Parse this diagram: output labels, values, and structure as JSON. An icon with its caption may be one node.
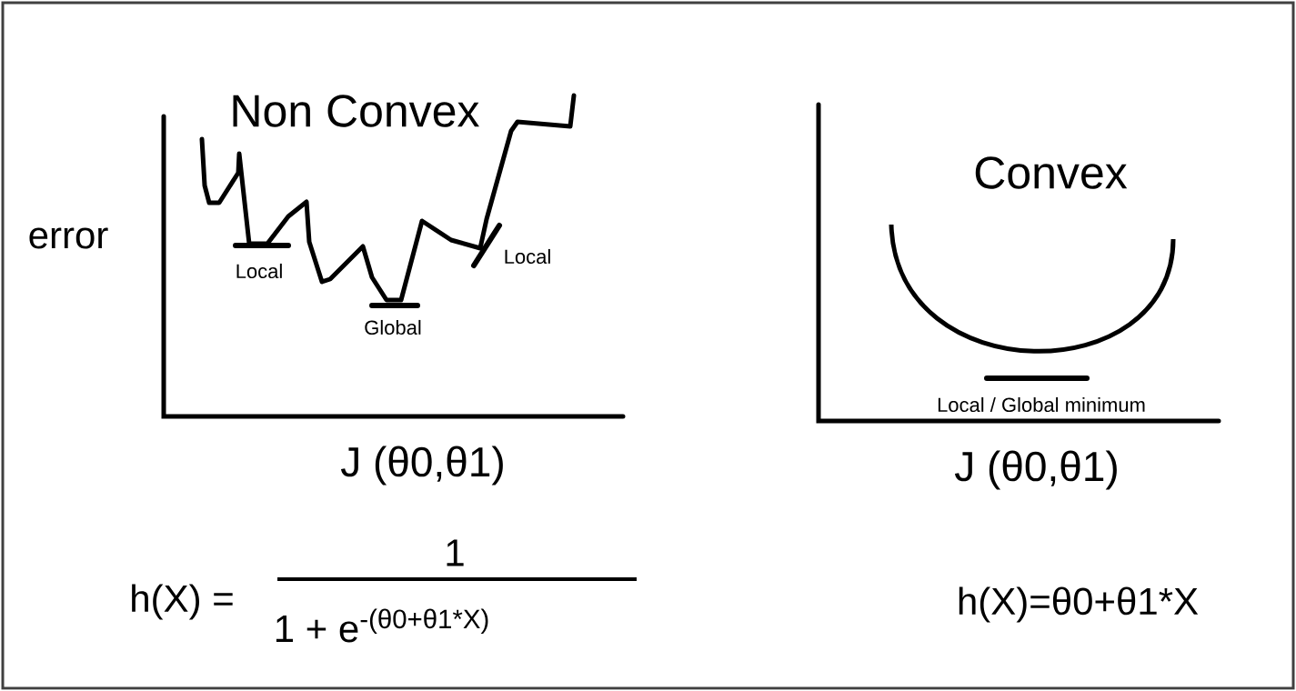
{
  "diagram": {
    "labels": [
      "Non Convex",
      "Convex",
      "error",
      "Local",
      "Local",
      "Global",
      "Local / Global minimum",
      "J (θ0,θ1)",
      "J (θ0,θ1)",
      "1",
      "h(X) =",
      "h(X)=θ0+θ1*X",
      "1 + e$^{-(θ0+θ1*X)}$"
    ]
  }
}
